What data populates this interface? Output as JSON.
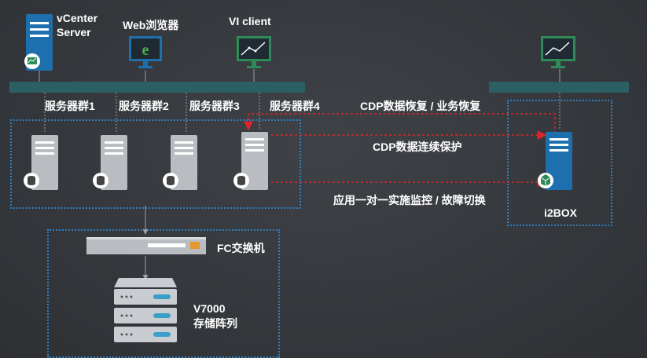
{
  "labels": {
    "vcenter": "vCenter\nServer",
    "web_browser": "Web浏览器",
    "vi_client": "VI client",
    "group1": "服务器群1",
    "group2": "服务器群2",
    "group3": "服务器群3",
    "group4": "服务器群4",
    "cdp_recovery": "CDP数据恢复 / 业务恢复",
    "cdp_protect": "CDP数据连续保护",
    "app_monitor": "应用一对一实施监控 / 故障切换",
    "i2box": "i2BOX",
    "fc_switch": "FC交换机",
    "storage": "V7000\n存储阵列"
  },
  "colors": {
    "background": "#35383c",
    "bus": "#2c5f63",
    "dashed_border": "#2f7fc0",
    "arrow_red": "#d9262c",
    "server_blue": "#1e6fae",
    "monitor_green": "#2e8b57",
    "browser_blue": "#1e6fae",
    "switch_orange": "#e8962e"
  },
  "icons": [
    "server-icon",
    "monitor-icon",
    "browser-icon",
    "database-icon",
    "switch-icon",
    "storage-array-icon",
    "shield-icon"
  ]
}
